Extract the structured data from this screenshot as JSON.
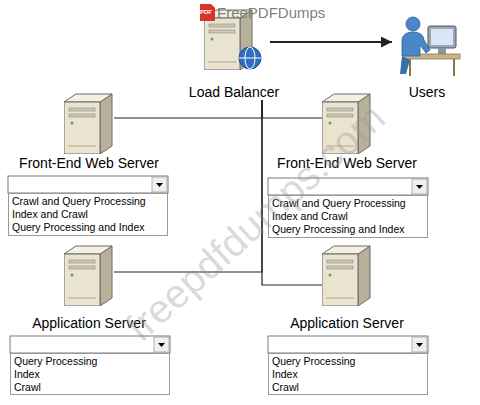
{
  "diagram": {
    "nodes": [
      {
        "text": [
          "Load Balancer"
        ]
      },
      {
        "text": [
          "Users"
        ]
      },
      {
        "text": [
          "Front-End Web Server"
        ]
      },
      {
        "text": [
          "Front-End Web Server"
        ]
      },
      {
        "text": [
          "Crawl and Query Processing",
          "Index and Crawl",
          "Query Processing and Index"
        ]
      },
      {
        "text": [
          "Crawl and Query Processing",
          "Index and Crawl",
          "Query Processing and Index"
        ]
      },
      {
        "text": [
          "Application Server"
        ]
      },
      {
        "text": [
          "Application Server"
        ]
      },
      {
        "text": [
          "Query Processing",
          "Index",
          "Crawl"
        ]
      },
      {
        "text": [
          "Query Processing",
          "Index",
          "Crawl"
        ]
      }
    ],
    "edges": [
      {
        "from": 0,
        "to": 1,
        "arrow": "to"
      },
      {
        "from": 0,
        "to": 2,
        "arrow": "none"
      },
      {
        "from": 0,
        "to": 3,
        "arrow": "none"
      },
      {
        "from": 0,
        "to": 6,
        "arrow": "none"
      },
      {
        "from": 0,
        "to": 7,
        "arrow": "none"
      }
    ],
    "labels": [
      "PDF",
      "FreePDFDumps",
      "freepdfdumps.com"
    ]
  }
}
